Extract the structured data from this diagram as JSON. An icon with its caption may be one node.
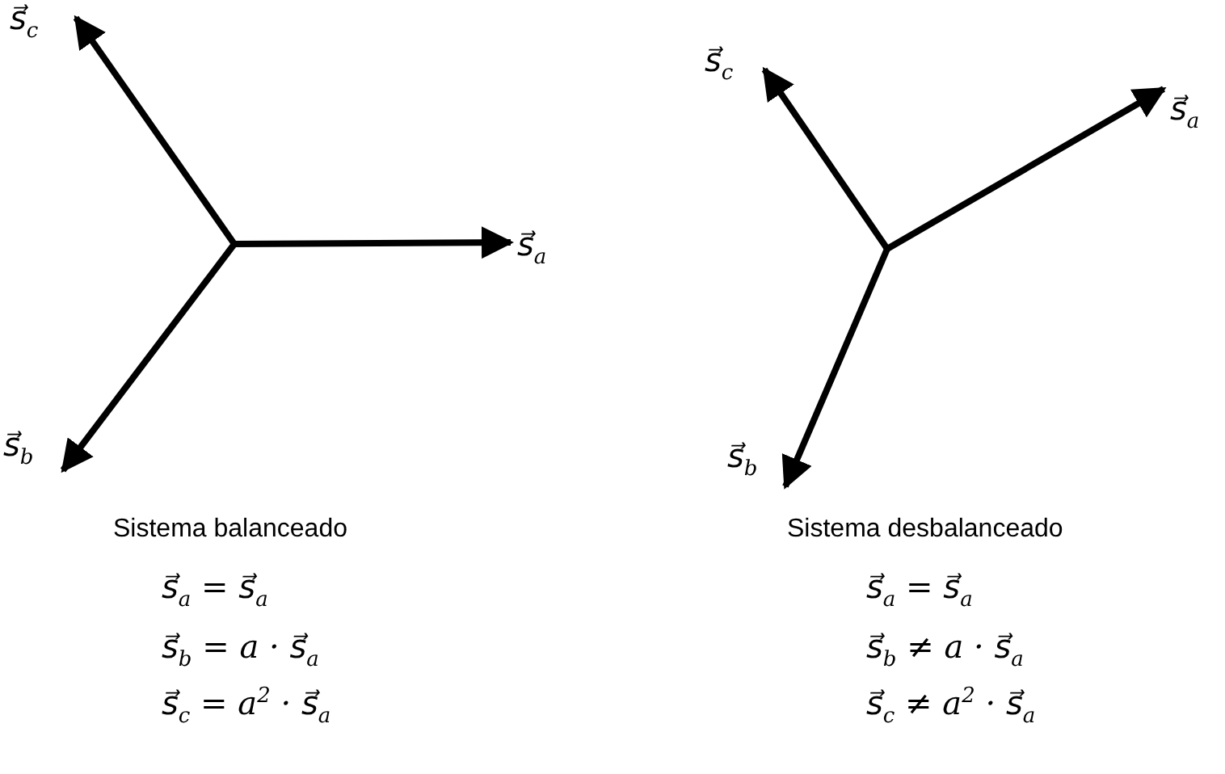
{
  "diagram": {
    "labels": [
      "s⃗$_{c}$",
      "s⃗$_{a}$",
      "s⃗$_{b}$",
      "Sistema balanceado",
      "s⃗$_{a}$ = s⃗$_{a}$",
      "s⃗$_{b}$ = a · s⃗$_{a}$",
      "s⃗$_{c}$ = a$^{2}$ · s⃗$_{a}$",
      "s⃗$_{c}$",
      "s⃗$_{a}$",
      "s⃗$_{b}$",
      "Sistema desbalanceado",
      "s⃗$_{a}$ = s⃗$_{a}$",
      "s⃗$_{b}$ ≠ a · s⃗$_{a}$",
      "s⃗$_{c}$ ≠ a$^{2}$ · s⃗$_{a}$"
    ]
  }
}
